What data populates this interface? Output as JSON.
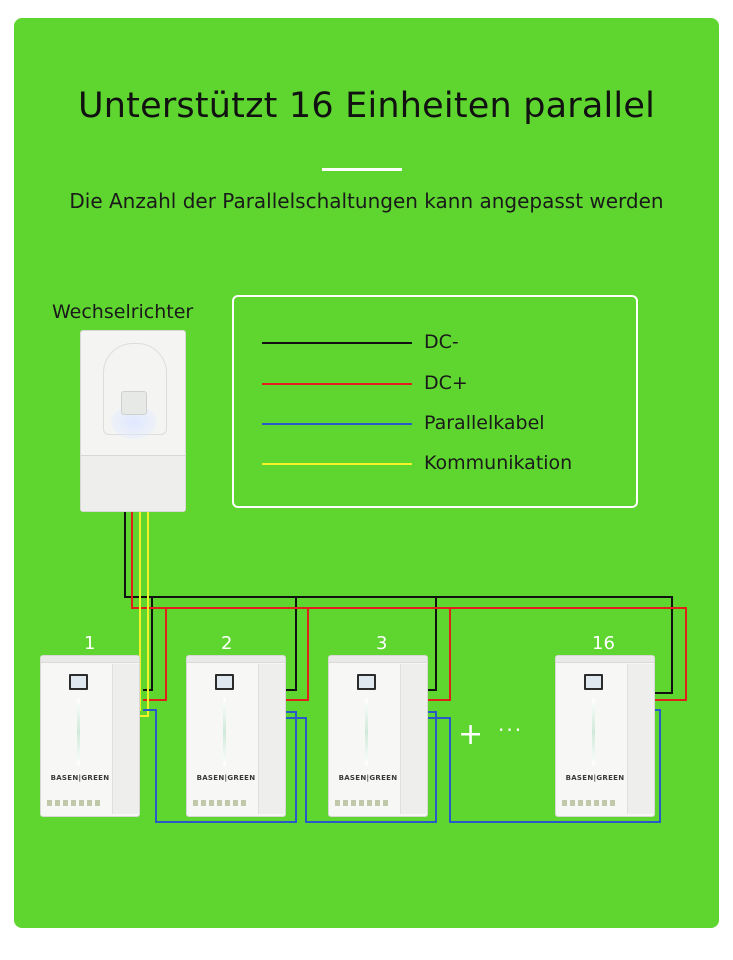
{
  "title": "Unterstützt 16 Einheiten parallel",
  "subtitle": "Die Anzahl der Parallelschaltungen kann angepasst werden",
  "inverter_label": "Wechselrichter",
  "legend": [
    {
      "label": "DC-",
      "color": "#111111"
    },
    {
      "label": "DC+",
      "color": "#e0201b"
    },
    {
      "label": "Parallelkabel",
      "color": "#2a59c9"
    },
    {
      "label": "Kommunikation",
      "color": "#f4f226"
    }
  ],
  "batteries": [
    {
      "number": "1",
      "brand": "BASEN|GREEN"
    },
    {
      "number": "2",
      "brand": "BASEN|GREEN"
    },
    {
      "number": "3",
      "brand": "BASEN|GREEN"
    },
    {
      "number": "16",
      "brand": "BASEN|GREEN"
    }
  ],
  "ellipsis_plus": "+",
  "ellipsis_dots": "···",
  "colors": {
    "background": "#5ed62f",
    "accent_white": "#ffffff"
  }
}
